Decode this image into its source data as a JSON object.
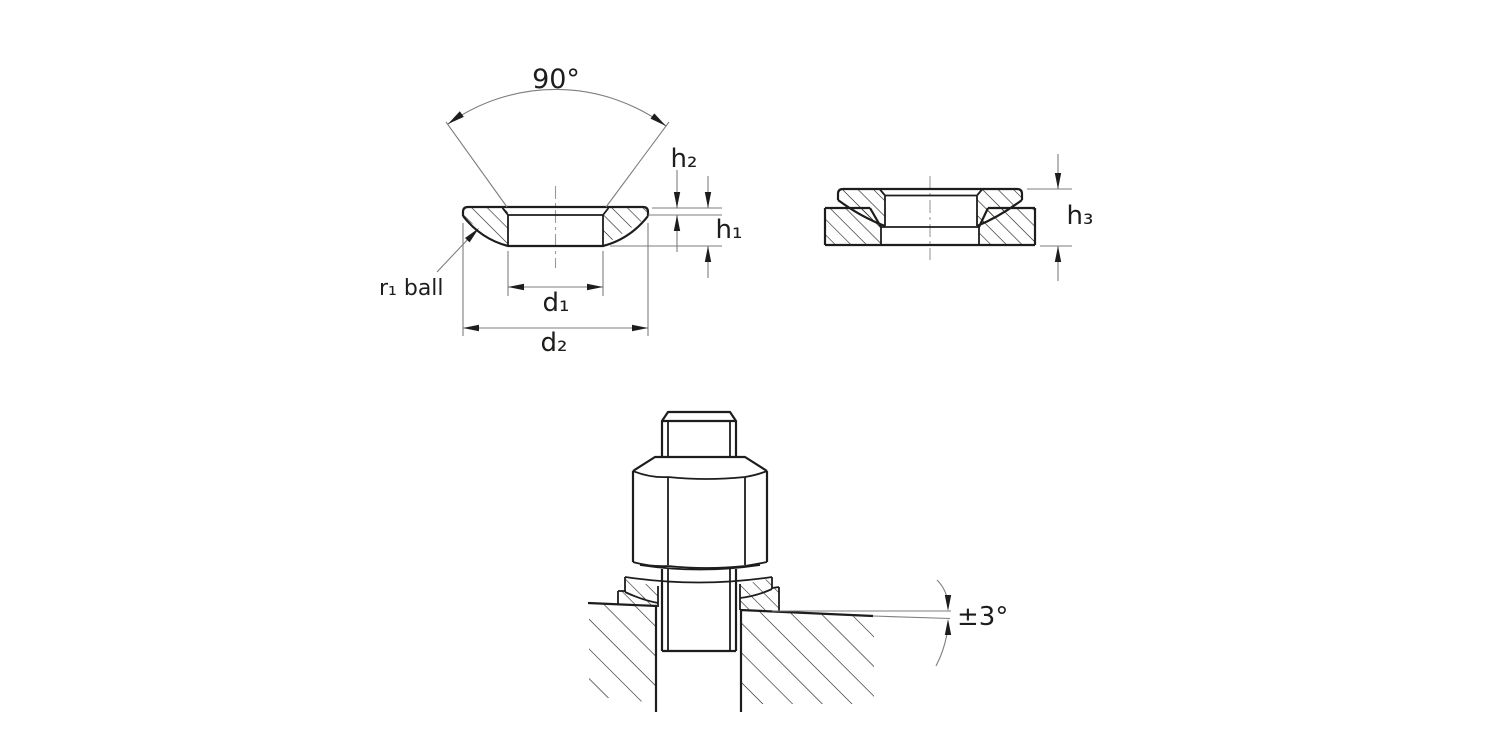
{
  "colors": {
    "bg": "#ffffff",
    "outline": "#1d1d1b",
    "dim": "#7e7e7e",
    "center": "#9a9a9a",
    "text": "#1d1d1b"
  },
  "views": {
    "ball_washer_section": {
      "labels": {
        "cone_angle": "90°",
        "h2": "h₂",
        "h1": "h₁",
        "d1": "d₁",
        "d2": "d₂",
        "r1_ball": "r₁ ball"
      }
    },
    "assembled_pair_section": {
      "labels": {
        "h3": "h₃"
      }
    },
    "application_example": {
      "labels": {
        "tilt_tolerance": "±3°"
      }
    }
  }
}
